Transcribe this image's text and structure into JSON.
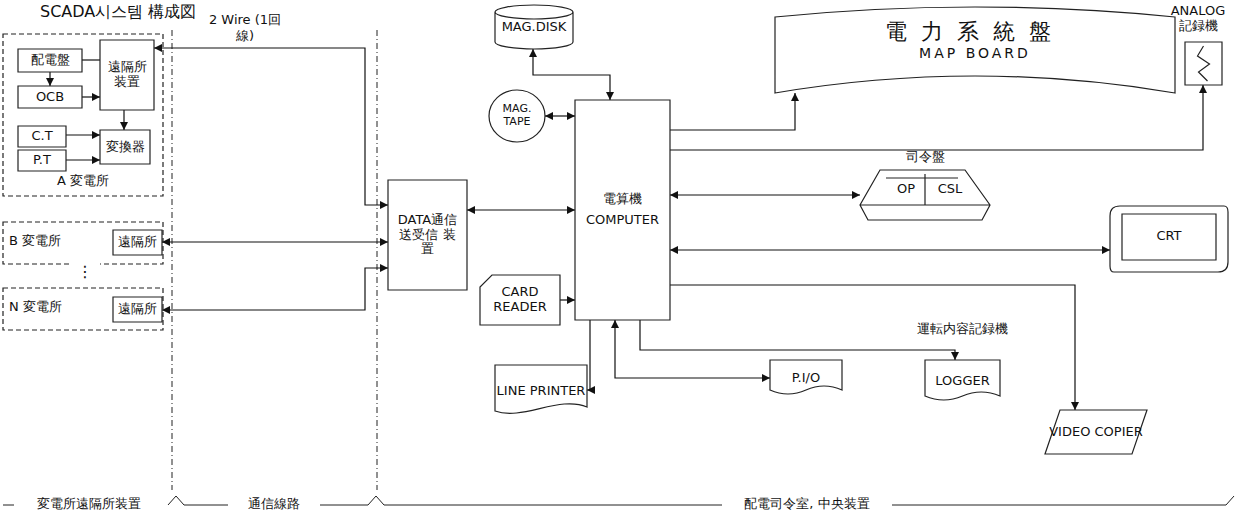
{
  "diagram": {
    "title": "SCADA시스템 構成図",
    "nodes": [
      {
        "text": [
          "A 変電所"
        ]
      },
      {
        "text": [
          "配電盤"
        ],
        "in": 0
      },
      {
        "text": [
          "遠隔所 装置"
        ],
        "in": 0
      },
      {
        "text": [
          "OCB"
        ],
        "in": 0
      },
      {
        "text": [
          "C.T"
        ],
        "in": 0
      },
      {
        "text": [
          "P.T"
        ],
        "in": 0
      },
      {
        "text": [
          "変換器"
        ],
        "in": 0
      },
      {
        "text": [
          "B 変電所"
        ]
      },
      {
        "text": [
          "遠隔所"
        ],
        "in": 7
      },
      {
        "text": [
          "N 変電所"
        ]
      },
      {
        "text": [
          "遠隔所"
        ],
        "in": 9
      },
      {
        "text": [
          "DATA通信 送受信 装置"
        ]
      },
      {
        "text": [
          "MAG.DISK"
        ]
      },
      {
        "text": [
          "MAG. TAPE"
        ]
      },
      {
        "text": [
          "電算機",
          "COMPUTER"
        ]
      },
      {
        "text": [
          "電力系統盤",
          "MAP BOARD"
        ]
      },
      {
        "text": [
          "ANALOG 記録機"
        ]
      },
      {
        "text": [
          "司令盤",
          "OP",
          "CSL"
        ]
      },
      {
        "text": [
          "CRT"
        ]
      },
      {
        "text": [
          "CARD READER"
        ]
      },
      {
        "text": [
          "LINE PRINTER"
        ]
      },
      {
        "text": [
          "P.I/O"
        ]
      },
      {
        "text": [
          "運転内容記録機",
          "LOGGER"
        ]
      },
      {
        "text": [
          "VIDEO COPIER"
        ]
      }
    ],
    "edges": [
      {
        "from": 2,
        "to": 1,
        "arrow": "none"
      },
      {
        "from": 1,
        "to": 3,
        "arrow": "to"
      },
      {
        "from": 3,
        "to": 2,
        "arrow": "to"
      },
      {
        "from": 2,
        "to": 6,
        "arrow": "to"
      },
      {
        "from": 4,
        "to": 6,
        "arrow": "to"
      },
      {
        "from": 5,
        "to": 6,
        "arrow": "to"
      },
      {
        "from": 2,
        "to": 11,
        "arrow": "both",
        "label": "2 Wire (1回線)"
      },
      {
        "from": 8,
        "to": 11,
        "arrow": "both"
      },
      {
        "from": 10,
        "to": 11,
        "arrow": "both"
      },
      {
        "from": 11,
        "to": 14,
        "arrow": "both"
      },
      {
        "from": 12,
        "to": 14,
        "arrow": "both"
      },
      {
        "from": 13,
        "to": 14,
        "arrow": "both"
      },
      {
        "from": 14,
        "to": 15,
        "arrow": "to"
      },
      {
        "from": 14,
        "to": 16,
        "arrow": "to"
      },
      {
        "from": 14,
        "to": 17,
        "arrow": "both"
      },
      {
        "from": 14,
        "to": 18,
        "arrow": "both"
      },
      {
        "from": 19,
        "to": 14,
        "arrow": "to"
      },
      {
        "from": 14,
        "to": 20,
        "arrow": "to"
      },
      {
        "from": 14,
        "to": 21,
        "arrow": "both"
      },
      {
        "from": 14,
        "to": 22,
        "arrow": "to"
      },
      {
        "from": 14,
        "to": 23,
        "arrow": "to"
      }
    ],
    "labels": [
      "⋮",
      "変電所遠隔所装置",
      "通信線路",
      "配電司令室, 中央装置"
    ]
  }
}
